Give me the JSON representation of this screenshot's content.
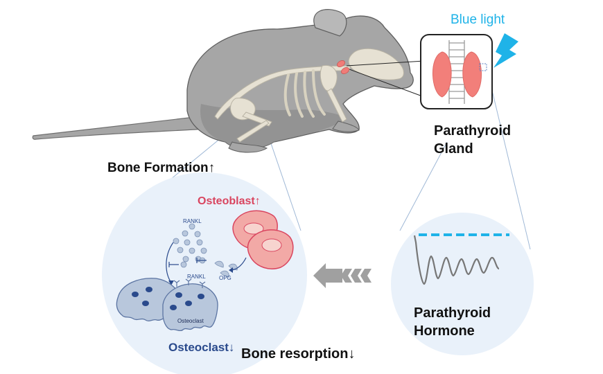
{
  "labels": {
    "blue_light": "Blue light",
    "parathyroid_gland_line1": "Parathyroid",
    "parathyroid_gland_line2": "Gland",
    "bone_formation": "Bone Formation↑",
    "osteoblast": "Osteoblast↑",
    "osteoclast": "Osteoclast↓",
    "bone_resorption": "Bone resorption↓",
    "parathyroid_hormone_line1": "Parathyroid",
    "parathyroid_hormone_line2": "Hormone",
    "rankl_top": "RANKL",
    "rankl_mid": "RANKL",
    "opg": "OPG",
    "osteoclast_cell": "Osteoclast"
  },
  "colors": {
    "mouse_body": "#a6a6a6",
    "mouse_dark": "#8c8c8c",
    "bone": "#e6e1d3",
    "gland": "#f07c78",
    "circle_fill": "#e9f1fa",
    "blue_light": "#1fb3e8",
    "osteoblast": "#d9455f",
    "osteoclast": "#2a4a8c",
    "arrow_gray": "#a0a0a0"
  },
  "icons": {
    "lightning": "lightning-icon",
    "arrows": "chevron-arrows-icon"
  }
}
